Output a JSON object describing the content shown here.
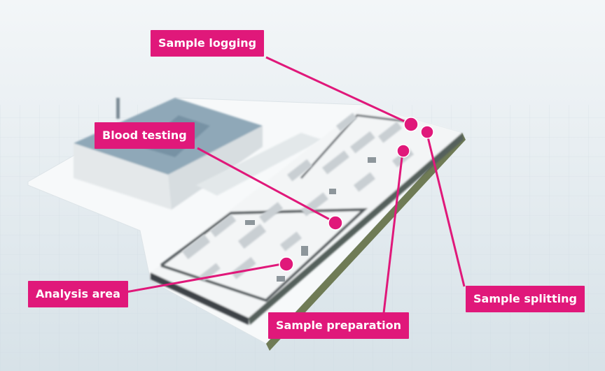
{
  "labels": {
    "sample_logging": "Sample logging",
    "blood_testing": "Blood testing",
    "analysis_area": "Analysis area",
    "sample_preparation": "Sample preparation",
    "sample_splitting": "Sample splitting"
  },
  "colors": {
    "accent": "#e0187a",
    "label_text": "#ffffff",
    "background": "#e8eef1",
    "roof": "#8fa8b8"
  }
}
